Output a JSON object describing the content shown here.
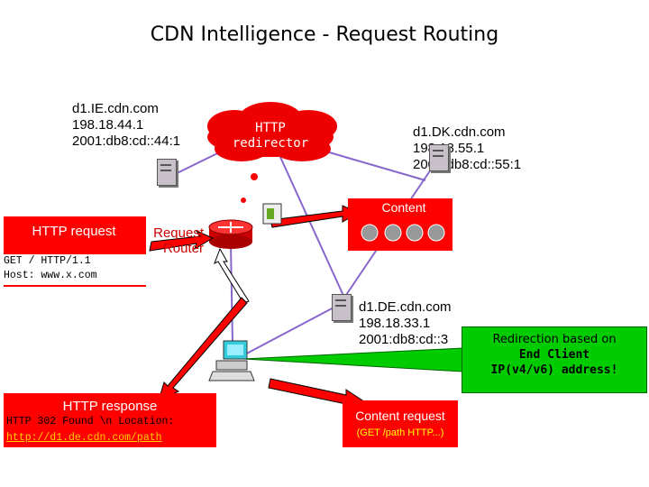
{
  "title": "CDN Intelligence - Request Routing",
  "sites": {
    "ie": {
      "lines": [
        "d1.IE.cdn.com",
        "198.18.44.1",
        "2001:db8:cd::44:1"
      ]
    },
    "dk": {
      "lines": [
        "d1.DK.cdn.com",
        "198.18.55.1",
        "2001:db8:cd::55:1"
      ]
    },
    "de": {
      "lines": [
        "d1.DE.cdn.com",
        "198.18.33.1",
        "2001:db8:cd::3"
      ]
    }
  },
  "redirector": {
    "lines": [
      "HTTP",
      "redirector"
    ]
  },
  "content_box": {
    "label": "Content"
  },
  "request_router": {
    "lines": [
      "Request",
      "Router"
    ]
  },
  "http_request": {
    "label": "HTTP request",
    "code_lines": [
      "GET / HTTP/1.1",
      "Host: www.x.com"
    ]
  },
  "http_response": {
    "label": "HTTP response",
    "code_line1": "HTTP 302 Found \\n Location:",
    "code_line2": "http://d1.de.cdn.com/path"
  },
  "content_request": {
    "label": "Content request",
    "detail": "(GET /path HTTP...)"
  },
  "callout": {
    "lines": [
      "Redirection based on",
      "End Client",
      "IP(v4/v6) address!"
    ]
  },
  "colors": {
    "accent_red": "#ff0000",
    "callout_green": "#00cc00",
    "link_purple": "#8866cc"
  }
}
